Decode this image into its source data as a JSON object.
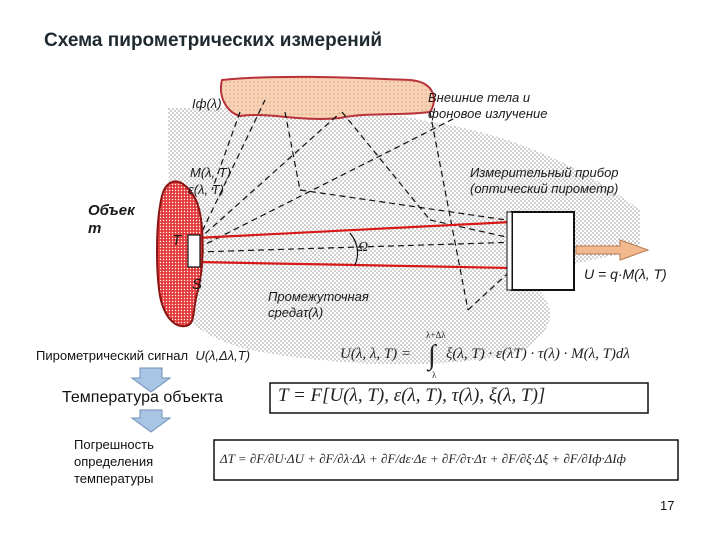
{
  "title": "Схема пирометрических измерений",
  "labels": {
    "i_phi": "Iф(λ)",
    "external_bodies_line1": "Внешние тела и",
    "external_bodies_line2": "фоновое излучение",
    "m_lambda_t": "M(λ, T)",
    "eps_lambda_t": "ε(λ, T)",
    "instrument_line1": "Измерительный прибор",
    "instrument_line2": "(оптический пирометр)",
    "object_line1": "Объек",
    "object_line2": "т",
    "temperature_symbol": "T",
    "area_symbol": "S",
    "angle_symbol": "Ω",
    "output_signal": "U = q·M(λ, T)",
    "medium_line1": "Промежуточная",
    "medium_line2": "среда",
    "tau_lambda": "τ(λ)"
  },
  "signal_row": {
    "label": "Пирометрический сигнал",
    "symbol": "U(λ,Δλ,T)",
    "integral_lhs": "U(λ, λ, T) =",
    "integral_upper": "λ+Δλ",
    "integral_lower": "λ",
    "integral_body": "ξ(λ, T) · ε(λT) · τ(λ) · M(λ, T)dλ"
  },
  "temperature_row": {
    "label": "Температура объекта",
    "formula": "T = F[U(λ, T), ε(λ, T), τ(λ), ξ(λ, T)]"
  },
  "error_row": {
    "label_line1": "Погрешность",
    "label_line2": "определения",
    "label_line3": "температуры",
    "formula": "ΔT = ∂F/∂U·ΔU + ∂F/∂λ·Δλ + ∂F/dε·Δε + ∂F/∂τ·Δτ + ∂F/∂ξ·Δξ + ∂F/∂Iф·ΔIф"
  },
  "page_number": "17",
  "colors": {
    "object_fill": "#e33a3a",
    "object_outline": "#8a1414",
    "cloud_fill": "#f7d2b4",
    "cloud_outline": "#b8323a",
    "medium_dots": "#9a9a9a",
    "ray_red": "#d81818",
    "output_arrow": "#f2b98e",
    "flow_arrow": "#a9c4e4"
  }
}
